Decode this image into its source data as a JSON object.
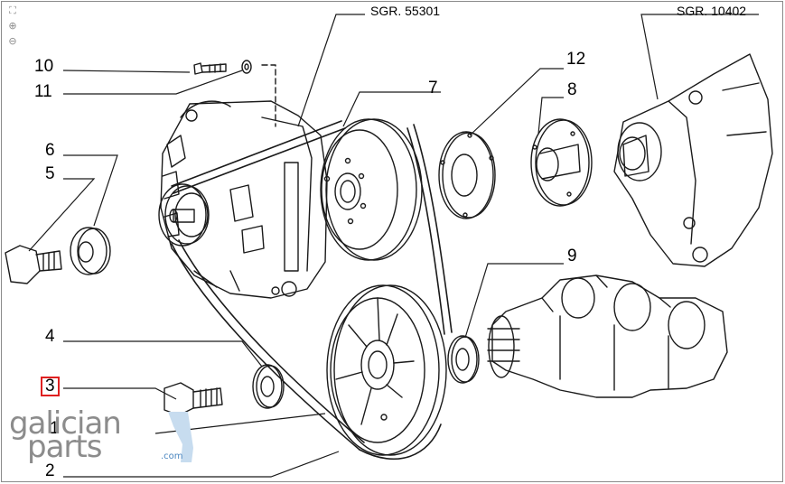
{
  "toolbar": {
    "items": [
      {
        "icon": "fit-page-icon",
        "glyph": "⛶"
      },
      {
        "icon": "zoom-in-icon",
        "glyph": "⊕"
      },
      {
        "icon": "zoom-out-icon",
        "glyph": "⊖"
      }
    ]
  },
  "references": {
    "sgr_left": "SGR. 55301",
    "sgr_right": "SGR. 10402"
  },
  "callouts": {
    "c1": "1",
    "c2": "2",
    "c3": "3",
    "c4": "4",
    "c5": "5",
    "c6": "6",
    "c7": "7",
    "c8": "8",
    "c9": "9",
    "c10": "10",
    "c11": "11",
    "c12": "12"
  },
  "selected_callout": "3",
  "watermark": {
    "line1": "galician",
    "line2": "parts",
    "suffix": ".com"
  },
  "colors": {
    "highlight_border": "#e02020",
    "watermark_gray": "#8c8c8c",
    "watermark_blue": "#4a86c0"
  }
}
